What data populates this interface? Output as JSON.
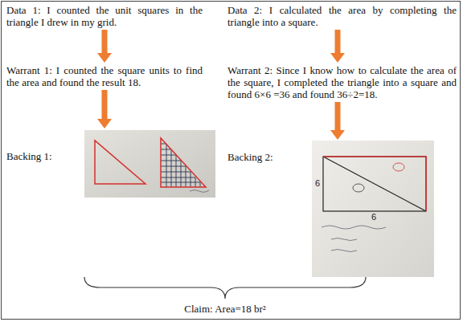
{
  "diagram": {
    "nodes": [
      {
        "text": [
          "Data 1: I counted the unit squares in the triangle I drew in my grid."
        ]
      },
      {
        "text": [
          "Warrant 1: I counted the square units to find the area and found the result 18."
        ]
      },
      {
        "text": [
          "Backing 1:"
        ]
      },
      {
        "text": [
          "Data 2: I calculated the area by completing the triangle into a square."
        ]
      },
      {
        "text": [
          "Warrant 2: Since I know how to calculate the area of the square, I completed the triangle into a square and found 6×6 =36 and found 36÷2=18."
        ]
      },
      {
        "text": [
          "Backing 2:"
        ]
      },
      {
        "text": [
          "Claim: Area=18 br²"
        ]
      }
    ],
    "edges": [
      {
        "from": 0,
        "to": 1,
        "arrow": "to"
      },
      {
        "from": 1,
        "to": 2,
        "arrow": "to"
      },
      {
        "from": 3,
        "to": 4,
        "arrow": "to"
      },
      {
        "from": 4,
        "to": 5,
        "arrow": "to"
      }
    ],
    "labels": [
      "6",
      "6"
    ]
  }
}
